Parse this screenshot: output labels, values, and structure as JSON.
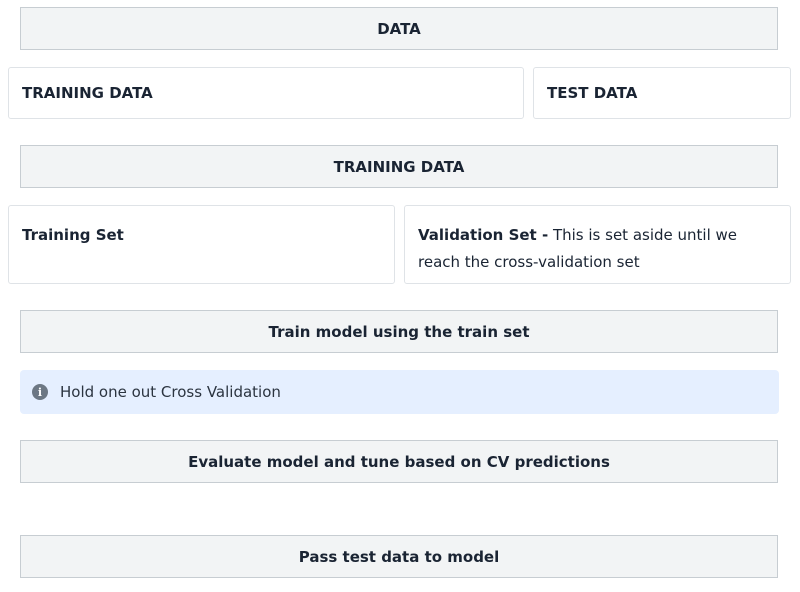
{
  "data_bar": {
    "label": "DATA"
  },
  "split_row": {
    "training": "TRAINING DATA",
    "test": "TEST DATA"
  },
  "training_bar": {
    "label": "TRAINING DATA"
  },
  "sets_row": {
    "training_set": "Training Set",
    "validation_title": "Validation Set -",
    "validation_desc": "This is set aside until we reach the cross-validation set"
  },
  "step_train": {
    "label": "Train model using the train set"
  },
  "info": {
    "icon": "info-icon",
    "text": "Hold one out Cross Validation"
  },
  "step_evaluate": {
    "label": "Evaluate model and tune based on CV predictions"
  },
  "step_test": {
    "label": "Pass test data to model"
  }
}
